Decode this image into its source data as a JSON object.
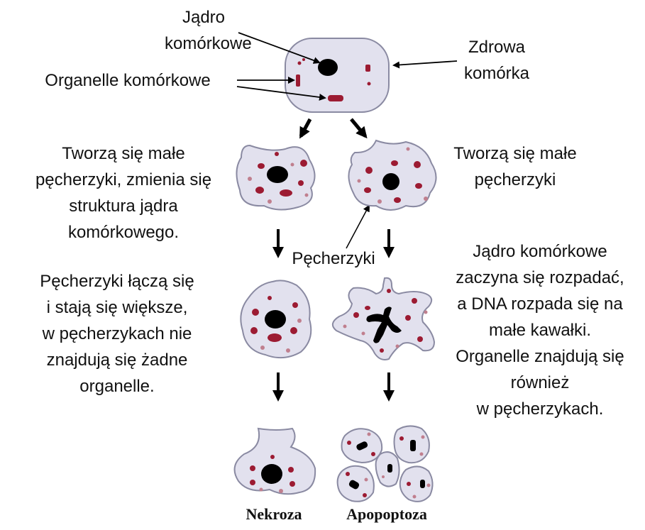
{
  "labels": {
    "nucleus": [
      "Jądro",
      "komórkowe"
    ],
    "organelles": "Organelle komórkowe",
    "healthy": [
      "Zdrowa",
      "komórka"
    ],
    "left_step1": [
      "Tworzą się małe",
      "pęcherzyki, zmienia się",
      "struktura jądra",
      "komórkowego."
    ],
    "right_step1": [
      "Tworzą się małe",
      "pęcherzyki"
    ],
    "vesicles": "Pęcherzyki",
    "left_step2": [
      "Pęcherzyki łączą się",
      "i stają się większe,",
      "w pęcherzykach nie",
      "znajdują się żadne",
      "organelle."
    ],
    "right_step2": [
      "Jądro komórkowe",
      "zaczyna się rozpadać,",
      "a DNA rozpada się na",
      "małe kawałki.",
      "Organelle znajdują się",
      "również",
      "w pęcherzykach."
    ],
    "necrosis": "Nekroza",
    "apoptosis": "Apopoptoza"
  },
  "colors": {
    "cell_fill": "#e2e1ee",
    "cell_outline": "#8a8aa2",
    "organelle": "#9c1b32",
    "vesicle": "#c07f8e",
    "nucleus": "#000000"
  }
}
